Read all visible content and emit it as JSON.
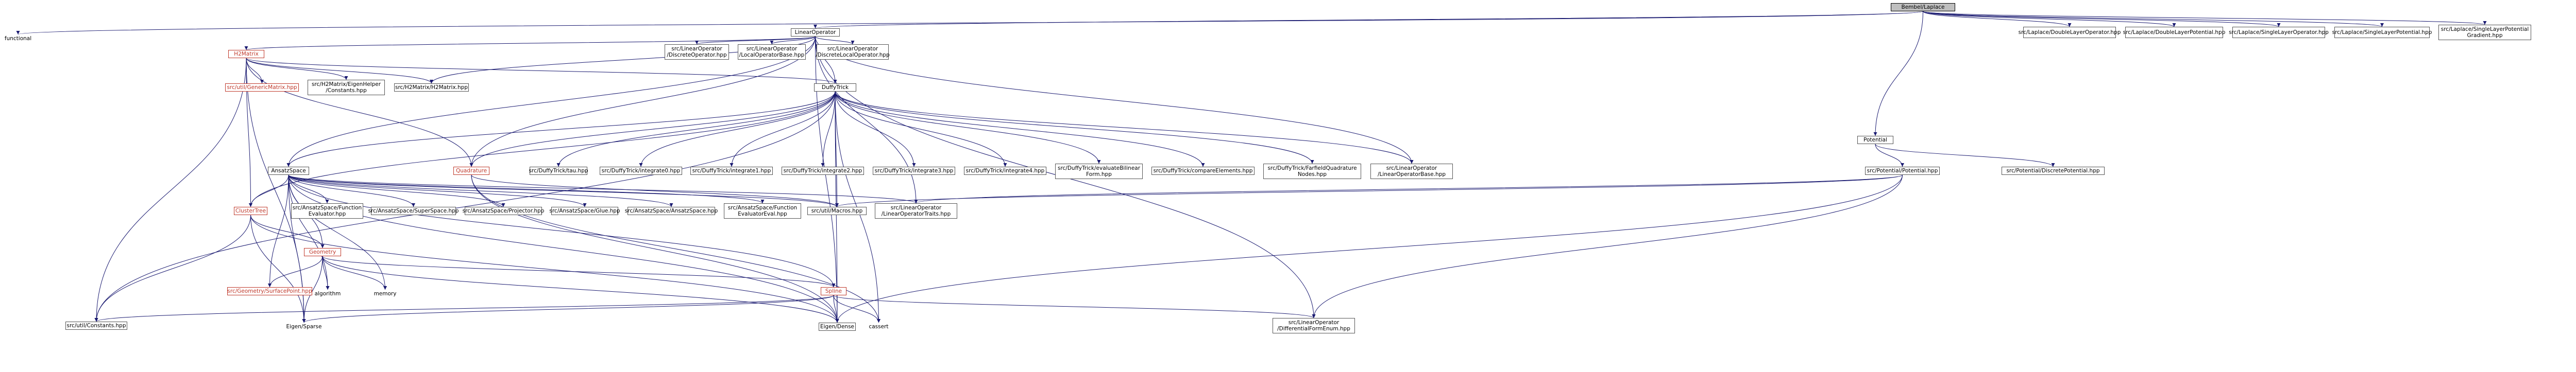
{
  "nodes": [
    {
      "id": "root",
      "label": "Bembel/Laplace",
      "style": "root"
    },
    {
      "id": "functional",
      "label": "functional",
      "style": "plain"
    },
    {
      "id": "linop",
      "label": "LinearOperator",
      "style": "box"
    },
    {
      "id": "dlop",
      "label": "src/Laplace/DoubleLayerOperator.hpp",
      "style": "box"
    },
    {
      "id": "dlpot",
      "label": "src/Laplace/DoubleLayerPotential.hpp",
      "style": "box"
    },
    {
      "id": "slop",
      "label": "src/Laplace/SingleLayerOperator.hpp",
      "style": "box"
    },
    {
      "id": "slpot",
      "label": "src/Laplace/SingleLayerPotential.hpp",
      "style": "box"
    },
    {
      "id": "slpotgrad",
      "label": "src/Laplace/SingleLayerPotential\nGradient.hpp",
      "style": "box"
    },
    {
      "id": "h2matrix",
      "label": "H2Matrix",
      "style": "red"
    },
    {
      "id": "discop",
      "label": "src/LinearOperator\n/DiscreteOperator.hpp",
      "style": "box"
    },
    {
      "id": "localopbase",
      "label": "src/LinearOperator\n/LocalOperatorBase.hpp",
      "style": "box"
    },
    {
      "id": "disclocalop",
      "label": "src/LinearOperator\n/DiscreteLocalOperator.hpp",
      "style": "box"
    },
    {
      "id": "potential",
      "label": "Potential",
      "style": "box"
    },
    {
      "id": "genmat",
      "label": "src/util/GenericMatrix.hpp",
      "style": "red"
    },
    {
      "id": "eigenhelper",
      "label": "src/H2Matrix/EigenHelper\n/Constants.hpp",
      "style": "box"
    },
    {
      "id": "h2mathpp",
      "label": "src/H2Matrix/H2Matrix.hpp",
      "style": "box"
    },
    {
      "id": "duffytrick",
      "label": "DuffyTrick",
      "style": "box"
    },
    {
      "id": "potentialhpp",
      "label": "src/Potential/Potential.hpp",
      "style": "box"
    },
    {
      "id": "discpot",
      "label": "src/Potential/DiscretePotential.hpp",
      "style": "box"
    },
    {
      "id": "ansatz",
      "label": "AnsatzSpace",
      "style": "box"
    },
    {
      "id": "quadrature",
      "label": "Quadrature",
      "style": "red"
    },
    {
      "id": "tau",
      "label": "src/DuffyTrick/tau.hpp",
      "style": "box"
    },
    {
      "id": "integrate0",
      "label": "src/DuffyTrick/integrate0.hpp",
      "style": "box"
    },
    {
      "id": "integrate1",
      "label": "src/DuffyTrick/integrate1.hpp",
      "style": "box"
    },
    {
      "id": "integrate2",
      "label": "src/DuffyTrick/integrate2.hpp",
      "style": "box"
    },
    {
      "id": "integrate3",
      "label": "src/DuffyTrick/integrate3.hpp",
      "style": "box"
    },
    {
      "id": "integrate4",
      "label": "src/DuffyTrick/integrate4.hpp",
      "style": "box"
    },
    {
      "id": "evalbilinear",
      "label": "src/DuffyTrick/evaluateBilinear\nForm.hpp",
      "style": "box"
    },
    {
      "id": "compareelem",
      "label": "src/DuffyTrick/compareElements.hpp",
      "style": "box"
    },
    {
      "id": "farfieldquad",
      "label": "src/DuffyTrick/FarfieldQuadrature\nNodes.hpp",
      "style": "box"
    },
    {
      "id": "linopbase",
      "label": "src/LinearOperator\n/LinearOperatorBase.hpp",
      "style": "box"
    },
    {
      "id": "clustertree",
      "label": "ClusterTree",
      "style": "red"
    },
    {
      "id": "funceval",
      "label": "src/AnsatzSpace/Function\nEvaluator.hpp",
      "style": "box"
    },
    {
      "id": "superspace",
      "label": "src/AnsatzSpace/SuperSpace.hpp",
      "style": "box"
    },
    {
      "id": "projector",
      "label": "src/AnsatzSpace/Projector.hpp",
      "style": "box"
    },
    {
      "id": "glue",
      "label": "src/AnsatzSpace/Glue.hpp",
      "style": "box"
    },
    {
      "id": "ansatzhpp",
      "label": "src/AnsatzSpace/AnsatzSpace.hpp",
      "style": "box"
    },
    {
      "id": "funcevaleval",
      "label": "src/AnsatzSpace/Function\nEvaluatorEval.hpp",
      "style": "box"
    },
    {
      "id": "utilmacros",
      "label": "src/util/Macros.hpp",
      "style": "box"
    },
    {
      "id": "linoptraits",
      "label": "src/LinearOperator\n/LinearOperatorTraits.hpp",
      "style": "box"
    },
    {
      "id": "geometry",
      "label": "Geometry",
      "style": "red"
    },
    {
      "id": "surfacepoint",
      "label": "src/Geometry/SurfacePoint.hpp",
      "style": "red"
    },
    {
      "id": "algorithm",
      "label": "algorithm",
      "style": "plain"
    },
    {
      "id": "memory",
      "label": "memory",
      "style": "plain"
    },
    {
      "id": "spline",
      "label": "Spline",
      "style": "red"
    },
    {
      "id": "utilconst",
      "label": "src/util/Constants.hpp",
      "style": "box"
    },
    {
      "id": "eigensparse",
      "label": "Eigen/Sparse",
      "style": "plain"
    },
    {
      "id": "eigendense",
      "label": "Eigen/Dense",
      "style": "box"
    },
    {
      "id": "cassert",
      "label": "cassert",
      "style": "plain"
    },
    {
      "id": "diffform",
      "label": "src/LinearOperator\n/DifferentialFormEnum.hpp",
      "style": "box"
    }
  ],
  "edges": [
    [
      "root",
      "functional"
    ],
    [
      "root",
      "linop"
    ],
    [
      "root",
      "dlop"
    ],
    [
      "root",
      "dlpot"
    ],
    [
      "root",
      "slop"
    ],
    [
      "root",
      "slpot"
    ],
    [
      "root",
      "slpotgrad"
    ],
    [
      "root",
      "potential"
    ],
    [
      "linop",
      "h2matrix"
    ],
    [
      "linop",
      "discop"
    ],
    [
      "linop",
      "localopbase"
    ],
    [
      "linop",
      "disclocalop"
    ],
    [
      "linop",
      "duffytrick"
    ],
    [
      "linop",
      "h2mathpp"
    ],
    [
      "linop",
      "quadrature"
    ],
    [
      "linop",
      "ansatz"
    ],
    [
      "linop",
      "linopbase"
    ],
    [
      "linop",
      "diffform"
    ],
    [
      "linop",
      "eigendense"
    ],
    [
      "linop",
      "linoptraits"
    ],
    [
      "h2matrix",
      "genmat"
    ],
    [
      "h2matrix",
      "eigenhelper"
    ],
    [
      "h2matrix",
      "h2mathpp"
    ],
    [
      "h2matrix",
      "duffytrick"
    ],
    [
      "h2matrix",
      "utilconst"
    ],
    [
      "h2matrix",
      "clustertree"
    ],
    [
      "h2matrix",
      "eigensparse"
    ],
    [
      "h2matrix",
      "quadrature"
    ],
    [
      "potential",
      "potentialhpp"
    ],
    [
      "potential",
      "discpot"
    ],
    [
      "potentialhpp",
      "linoptraits"
    ],
    [
      "potentialhpp",
      "utilmacros"
    ],
    [
      "potentialhpp",
      "eigendense"
    ],
    [
      "potentialhpp",
      "diffform"
    ],
    [
      "duffytrick",
      "ansatz"
    ],
    [
      "duffytrick",
      "quadrature"
    ],
    [
      "duffytrick",
      "tau"
    ],
    [
      "duffytrick",
      "integrate0"
    ],
    [
      "duffytrick",
      "integrate1"
    ],
    [
      "duffytrick",
      "integrate2"
    ],
    [
      "duffytrick",
      "integrate3"
    ],
    [
      "duffytrick",
      "integrate4"
    ],
    [
      "duffytrick",
      "evalbilinear"
    ],
    [
      "duffytrick",
      "compareelem"
    ],
    [
      "duffytrick",
      "farfieldquad"
    ],
    [
      "duffytrick",
      "linopbase"
    ],
    [
      "duffytrick",
      "clustertree"
    ],
    [
      "duffytrick",
      "utilconst"
    ],
    [
      "duffytrick",
      "eigendense"
    ],
    [
      "duffytrick",
      "cassert"
    ],
    [
      "duffytrick",
      "utilmacros"
    ],
    [
      "ansatz",
      "clustertree"
    ],
    [
      "ansatz",
      "funceval"
    ],
    [
      "ansatz",
      "superspace"
    ],
    [
      "ansatz",
      "projector"
    ],
    [
      "ansatz",
      "glue"
    ],
    [
      "ansatz",
      "ansatzhpp"
    ],
    [
      "ansatz",
      "funcevaleval"
    ],
    [
      "ansatz",
      "utilmacros"
    ],
    [
      "ansatz",
      "linoptraits"
    ],
    [
      "ansatz",
      "geometry"
    ],
    [
      "ansatz",
      "surfacepoint"
    ],
    [
      "ansatz",
      "algorithm"
    ],
    [
      "ansatz",
      "memory"
    ],
    [
      "ansatz",
      "spline"
    ],
    [
      "ansatz",
      "eigendense"
    ],
    [
      "ansatz",
      "eigensparse"
    ],
    [
      "quadrature",
      "utilmacros"
    ],
    [
      "quadrature",
      "eigendense"
    ],
    [
      "quadrature",
      "cassert"
    ],
    [
      "clustertree",
      "geometry"
    ],
    [
      "clustertree",
      "utilconst"
    ],
    [
      "clustertree",
      "eigensparse"
    ],
    [
      "clustertree",
      "eigendense"
    ],
    [
      "geometry",
      "surfacepoint"
    ],
    [
      "geometry",
      "algorithm"
    ],
    [
      "geometry",
      "memory"
    ],
    [
      "geometry",
      "spline"
    ],
    [
      "geometry",
      "eigensparse"
    ],
    [
      "geometry",
      "eigendense"
    ],
    [
      "spline",
      "utilconst"
    ],
    [
      "spline",
      "eigensparse"
    ],
    [
      "spline",
      "eigendense"
    ],
    [
      "spline",
      "cassert"
    ],
    [
      "spline",
      "diffform"
    ]
  ],
  "colors": {
    "edge": "#191970",
    "root_fill": "#bfbfbf",
    "highlight": "#c0392b"
  }
}
